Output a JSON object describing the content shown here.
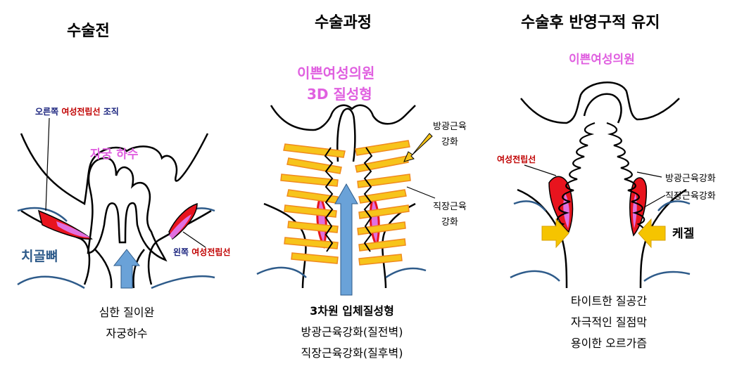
{
  "panels": [
    {
      "title": "수술전",
      "tissue_label": {
        "part1": "오른쪽 ",
        "part2": "여성전립선",
        "part3": " 조직"
      },
      "uterus_label": "자궁 하수",
      "bone_label": "치골뼈",
      "left_label": {
        "part1": "왼쪽 ",
        "part2": "여성전립선"
      },
      "captions": [
        "심한 질이완",
        "자궁하수"
      ]
    },
    {
      "title": "수술과정",
      "brand_line1": "이쁜여성의원",
      "brand_line2": "3D 질성형",
      "bladder_label": [
        "방광근육",
        "강화"
      ],
      "rectal_label": [
        "직장근육",
        "강화"
      ],
      "captions": [
        "3차원 입체질성형",
        "방광근육강화(질전벽)",
        "직장근육강화(질후벽)"
      ]
    },
    {
      "title": "수술후 반영구적 유지",
      "brand": "이쁜여성의원",
      "prostate_label": "여성전립선",
      "bladder_label": "방광근육강화",
      "rectal_label": "직장근육강화",
      "kegel_label": "케겔",
      "captions": [
        "타이트한 질공간",
        "자극적인 질점막",
        "용이한 오르가즘"
      ]
    }
  ],
  "colors": {
    "outline": "#000000",
    "bone": "#2e5b8a",
    "prostate_red": "#e8141e",
    "prostate_pink": "#e070e0",
    "arrow_blue": "#6aa2d8",
    "muscle_yellow": "#f7c41b",
    "muscle_orange": "#f08a1e",
    "kegel_yellow": "#f5c400",
    "brand_pink": "#e060e0",
    "label_navy": "#1a237e",
    "label_red": "#c00000"
  }
}
